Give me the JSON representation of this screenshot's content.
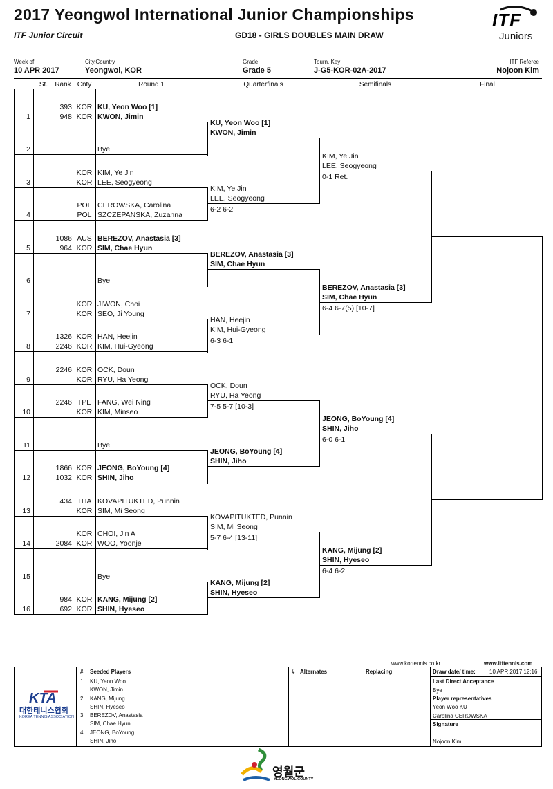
{
  "header": {
    "title": "2017 Yeongwol International Junior Championships",
    "circuit": "ITF Junior Circuit",
    "draw_name": "GD18 - GIRLS DOUBLES MAIN DRAW",
    "logo_itf": "ITF",
    "logo_juniors": "Juniors",
    "week_label": "Week of",
    "week_value": "10 APR 2017",
    "city_label": "City,Country",
    "city_value": "Yeongwol, KOR",
    "grade_label": "Grade",
    "grade_value": "Grade 5",
    "key_label": "Tourn. Key",
    "key_value": "J-G5-KOR-02A-2017",
    "referee_label": "ITF Referee",
    "referee_value": "Nojoon Kim"
  },
  "columns": {
    "st": "St.",
    "rank": "Rank",
    "cnty": "Cnty",
    "round1": "Round 1",
    "qf": "Quarterfinals",
    "sf": "Semifinals",
    "final": "Final"
  },
  "round1": [
    {
      "pos": "1",
      "rank1": "393",
      "cnty1": "KOR",
      "name1": "KU, Yeon Woo [1]",
      "rank2": "948",
      "cnty2": "KOR",
      "name2": "KWON, Jimin",
      "bold": true
    },
    {
      "pos": "2",
      "name2": "Bye"
    },
    {
      "pos": "3",
      "rank1": "",
      "cnty1": "KOR",
      "name1": "KIM, Ye Jin",
      "rank2": "",
      "cnty2": "KOR",
      "name2": "LEE, Seogyeong"
    },
    {
      "pos": "4",
      "rank1": "",
      "cnty1": "POL",
      "name1": "CEROWSKA, Carolina",
      "rank2": "",
      "cnty2": "POL",
      "name2": "SZCZEPANSKA, Zuzanna"
    },
    {
      "pos": "5",
      "rank1": "1086",
      "cnty1": "AUS",
      "name1": "BEREZOV, Anastasia [3]",
      "rank2": "964",
      "cnty2": "KOR",
      "name2": "SIM, Chae Hyun",
      "bold": true
    },
    {
      "pos": "6",
      "name2": "Bye"
    },
    {
      "pos": "7",
      "rank1": "",
      "cnty1": "KOR",
      "name1": "JIWON, Choi",
      "rank2": "",
      "cnty2": "KOR",
      "name2": "SEO, Ji Young"
    },
    {
      "pos": "8",
      "rank1": "1326",
      "cnty1": "KOR",
      "name1": "HAN, Heejin",
      "rank2": "2246",
      "cnty2": "KOR",
      "name2": "KIM, Hui-Gyeong"
    },
    {
      "pos": "9",
      "rank1": "2246",
      "cnty1": "KOR",
      "name1": "OCK, Doun",
      "rank2": "",
      "cnty2": "KOR",
      "name2": "RYU, Ha Yeong"
    },
    {
      "pos": "10",
      "rank1": "2246",
      "cnty1": "TPE",
      "name1": "FANG, Wei Ning",
      "rank2": "",
      "cnty2": "KOR",
      "name2": "KIM, Minseo"
    },
    {
      "pos": "11",
      "name2": "Bye"
    },
    {
      "pos": "12",
      "rank1": "1866",
      "cnty1": "KOR",
      "name1": "JEONG, BoYoung [4]",
      "rank2": "1032",
      "cnty2": "KOR",
      "name2": "SHIN, Jiho",
      "bold": true
    },
    {
      "pos": "13",
      "rank1": "434",
      "cnty1": "THA",
      "name1": "KOVAPITUKTED, Punnin",
      "rank2": "",
      "cnty2": "KOR",
      "name2": "SIM, Mi Seong"
    },
    {
      "pos": "14",
      "rank1": "",
      "cnty1": "KOR",
      "name1": "CHOI, Jin A",
      "rank2": "2084",
      "cnty2": "KOR",
      "name2": "WOO, Yoonje"
    },
    {
      "pos": "15",
      "name2": "Bye"
    },
    {
      "pos": "16",
      "rank1": "984",
      "cnty1": "KOR",
      "name1": "KANG, Mijung [2]",
      "rank2": "692",
      "cnty2": "KOR",
      "name2": "SHIN, Hyeseo",
      "bold": true
    }
  ],
  "quarterfinals": [
    {
      "name1": "KU, Yeon Woo [1]",
      "name2": "KWON, Jimin",
      "score": "",
      "bold": true
    },
    {
      "name1": "KIM, Ye Jin",
      "name2": "LEE, Seogyeong",
      "score": "6-2 6-2"
    },
    {
      "name1": "BEREZOV, Anastasia [3]",
      "name2": "SIM, Chae Hyun",
      "score": "",
      "bold": true
    },
    {
      "name1": "HAN, Heejin",
      "name2": "KIM, Hui-Gyeong",
      "score": "6-3 6-1"
    },
    {
      "name1": "OCK, Doun",
      "name2": "RYU, Ha Yeong",
      "score": "7-5 5-7 [10-3]"
    },
    {
      "name1": "JEONG, BoYoung [4]",
      "name2": "SHIN, Jiho",
      "score": "",
      "bold": true
    },
    {
      "name1": "KOVAPITUKTED, Punnin",
      "name2": "SIM, Mi Seong",
      "score": "5-7 6-4 [13-11]"
    },
    {
      "name1": "KANG, Mijung [2]",
      "name2": "SHIN, Hyeseo",
      "score": "",
      "bold": true
    }
  ],
  "semifinals": [
    {
      "name1": "KIM, Ye Jin",
      "name2": "LEE, Seogyeong",
      "score": "0-1 Ret."
    },
    {
      "name1": "BEREZOV, Anastasia [3]",
      "name2": "SIM, Chae Hyun",
      "score": "6-4 6-7(5) [10-7]",
      "bold": true
    },
    {
      "name1": "JEONG, BoYoung [4]",
      "name2": "SHIN, Jiho",
      "score": "6-0 6-1",
      "bold": true
    },
    {
      "name1": "KANG, Mijung [2]",
      "name2": "SHIN, Hyeseo",
      "score": "6-4 6-2",
      "bold": true
    }
  ],
  "footer": {
    "site1": "www.kortennis.co.kr",
    "site2": "www.itftennis.com",
    "seeded_title": "Seeded Players",
    "hash": "#",
    "seeds": [
      {
        "n": "1",
        "p1": "KU, Yeon Woo",
        "p2": "KWON, Jimin"
      },
      {
        "n": "2",
        "p1": "KANG, Mijung",
        "p2": "SHIN, Hyeseo"
      },
      {
        "n": "3",
        "p1": "BEREZOV, Anastasia",
        "p2": "SIM, Chae Hyun"
      },
      {
        "n": "4",
        "p1": "JEONG, BoYoung",
        "p2": "SHIN, Jiho"
      }
    ],
    "alternates_title": "Alternates",
    "replacing_title": "Replacing",
    "draw_date_label": "Draw date/ time:",
    "draw_date_value": "10 APR 2017 12:16",
    "lda_label": "Last Direct Acceptance",
    "lda_value": "Bye",
    "reps_label": "Player representatives",
    "rep1": "Yeon Woo KU",
    "rep2": "Carolina CEROWSKA",
    "signature_label": "Signature",
    "signature_value": "Nojoon Kim",
    "kta_logo": "KTA",
    "kta_korean": "대한테니스협회",
    "kta_english": "KOREA TENNIS ASSOCIATION",
    "county_korean": "영월군",
    "county_english": "YEONGWOL COUNTY"
  },
  "colors": {
    "kta_blue": "#1d3f8f",
    "kta_red": "#d0202e",
    "county_green": "#2f8f3a",
    "county_yellow": "#f2b000"
  }
}
